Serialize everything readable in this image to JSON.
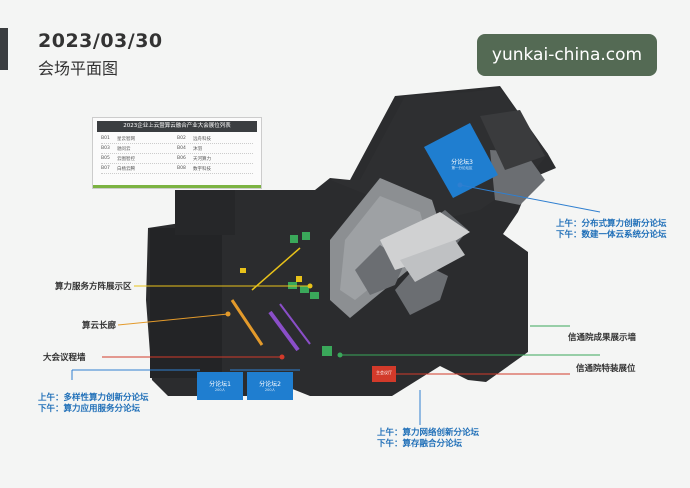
{
  "header": {
    "date": "2023/03/30",
    "subtitle": "会场平面图"
  },
  "watermark": "yunkai-china.com",
  "legend": {
    "title": "2023企业上云暨算云融合产业大会展位列表",
    "rows": [
      [
        {
          "code": "B01",
          "name": "星云智网"
        },
        {
          "code": "B02",
          "name": "远舟科技"
        }
      ],
      [
        {
          "code": "B03",
          "name": "驰问云"
        },
        {
          "code": "B04",
          "name": "沐羽"
        }
      ],
      [
        {
          "code": "B05",
          "name": "云图智控"
        },
        {
          "code": "B06",
          "name": "天河算力"
        }
      ],
      [
        {
          "code": "B07",
          "name": "白杨云腾"
        },
        {
          "code": "B08",
          "name": "数宇科技"
        }
      ]
    ]
  },
  "rooms": {
    "room3": {
      "name": "分论坛3",
      "sub": "第一分论坛区"
    },
    "room1": {
      "name": "分论坛1",
      "sub": "200人"
    },
    "room2": {
      "name": "分论坛2",
      "sub": "200人"
    },
    "red_room": "主会议厅"
  },
  "labels": {
    "right_top": {
      "line1": "上午：分布式算力创新分论坛",
      "line2": "下午：数建一体云系统分论坛"
    },
    "compute_zone": "算力服务方阵展示区",
    "cloud_corridor": "算云长廊",
    "conference_wall": "大会议程墙",
    "left_bottom": {
      "line1": "上午：多样性算力创新分论坛",
      "line2": "下午：算力应用服务分论坛"
    },
    "results_wall": "信通院成果展示墙",
    "special_booth": "信通院特装展位",
    "bottom_center": {
      "line1": "上午：算力网络创新分论坛",
      "line2": "下午：算存融合分论坛"
    }
  },
  "colors": {
    "floor": "#2b2c2e",
    "floor_dark": "#1d1e1f",
    "blue_room": "#1f7ed0",
    "yellow": "#e8c21a",
    "green": "#3aa85a",
    "blue_line": "#2f7fd0",
    "purple": "#8a4ec8",
    "red": "#d23a2a",
    "orange": "#e39a2b"
  }
}
